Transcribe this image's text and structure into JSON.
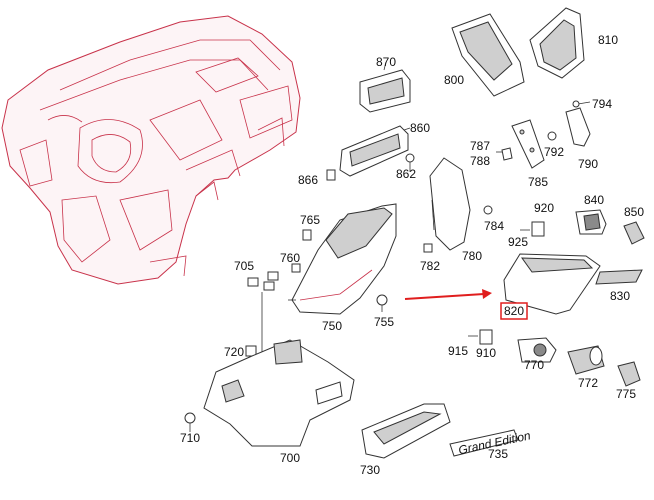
{
  "labels": {
    "p700": "700",
    "p705": "705",
    "p710": "710",
    "p720": "720",
    "p730": "730",
    "p735": "735",
    "p750": "750",
    "p755": "755",
    "p760": "760",
    "p765": "765",
    "p770": "770",
    "p772": "772",
    "p775": "775",
    "p780": "780",
    "p782": "782",
    "p784": "784",
    "p785": "785",
    "p787": "787",
    "p788": "788",
    "p790": "790",
    "p792": "792",
    "p794": "794",
    "p800": "800",
    "p810": "810",
    "p820": "820",
    "p830": "830",
    "p840": "840",
    "p850": "850",
    "p860": "860",
    "p862": "862",
    "p866": "866",
    "p870": "870",
    "p910": "910",
    "p915": "915",
    "p920": "920",
    "p925": "925"
  },
  "emblem_text": "Grand Edition",
  "highlighted_part": "820",
  "colors": {
    "dashboard": "#c8324a",
    "highlight": "#e01e1e",
    "parts": "#333333"
  }
}
